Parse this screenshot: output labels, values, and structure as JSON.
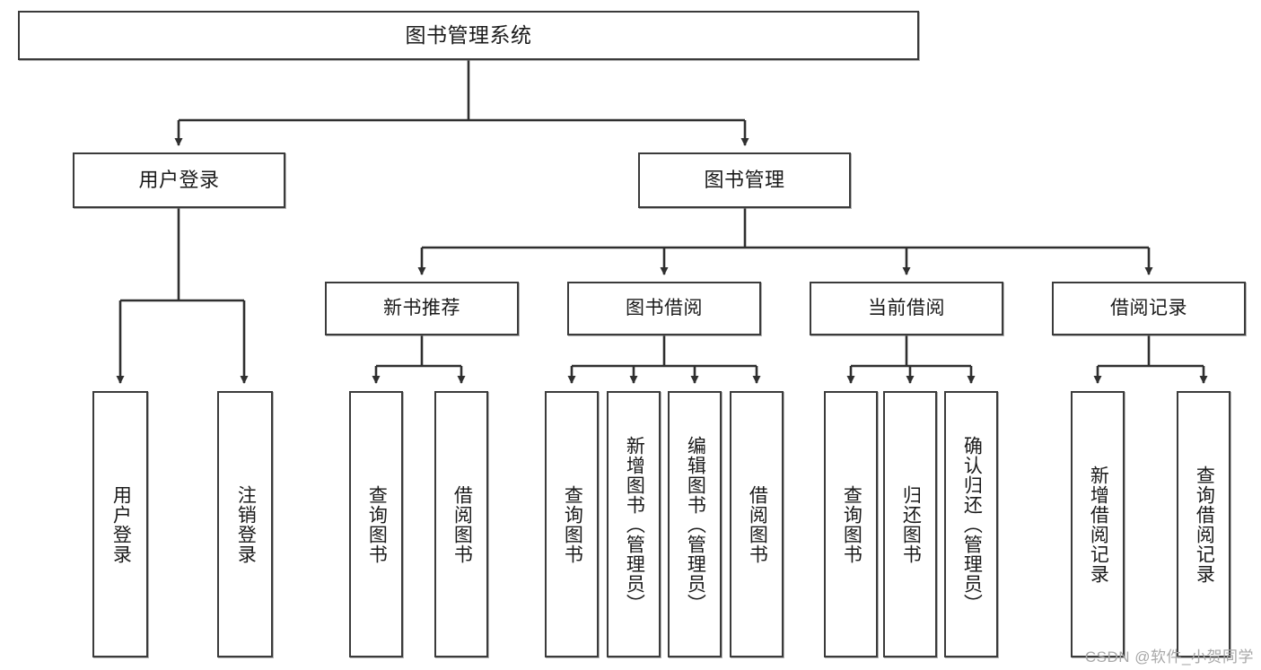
{
  "diagram": {
    "title": "图书管理系统",
    "type": "tree-hierarchy",
    "root": {
      "label": "图书管理系统"
    },
    "level2": [
      {
        "label": "用户登录"
      },
      {
        "label": "图书管理"
      }
    ],
    "level3": [
      {
        "label": "新书推荐"
      },
      {
        "label": "图书借阅"
      },
      {
        "label": "当前借阅"
      },
      {
        "label": "借阅记录"
      }
    ],
    "leaves": {
      "user_login": [
        {
          "label": "用户登录"
        },
        {
          "label": "注销登录"
        }
      ],
      "new_book_recommend": [
        {
          "label": "查询图书"
        },
        {
          "label": "借阅图书"
        }
      ],
      "book_borrow": [
        {
          "label": "查询图书"
        },
        {
          "label": "新增图书（管理员）"
        },
        {
          "label": "编辑图书（管理员）"
        },
        {
          "label": "借阅图书"
        }
      ],
      "current_borrow": [
        {
          "label": "查询图书"
        },
        {
          "label": "归还图书"
        },
        {
          "label": "确认归还（管理员）"
        }
      ],
      "borrow_record": [
        {
          "label": "新增借阅记录"
        },
        {
          "label": "查询借阅记录"
        }
      ]
    }
  },
  "watermark": {
    "text": "CSDN @软件_小贺同学"
  },
  "colors": {
    "border": "#3b3b3b",
    "background": "#ffffff",
    "text": "#1a1a1a",
    "watermark": "#a8a8a8"
  }
}
